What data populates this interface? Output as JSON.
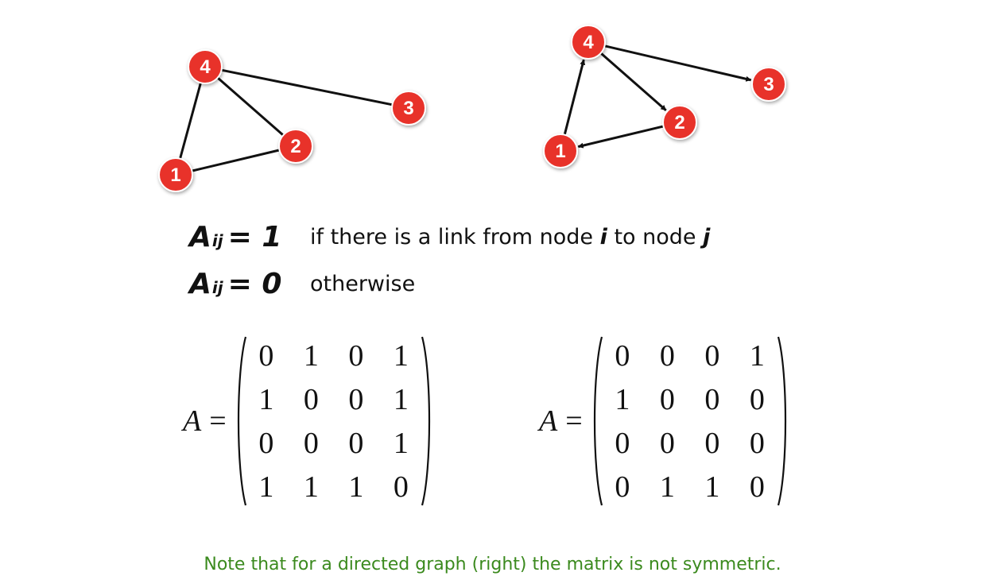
{
  "graphs": {
    "undirected": {
      "nodes": [
        {
          "id": "1",
          "label": "1"
        },
        {
          "id": "2",
          "label": "2"
        },
        {
          "id": "3",
          "label": "3"
        },
        {
          "id": "4",
          "label": "4"
        }
      ],
      "edges": [
        [
          "4",
          "1"
        ],
        [
          "4",
          "2"
        ],
        [
          "4",
          "3"
        ],
        [
          "1",
          "2"
        ]
      ]
    },
    "directed": {
      "nodes": [
        {
          "id": "1",
          "label": "1"
        },
        {
          "id": "2",
          "label": "2"
        },
        {
          "id": "3",
          "label": "3"
        },
        {
          "id": "4",
          "label": "4"
        }
      ],
      "edges": [
        [
          "1",
          "4"
        ],
        [
          "4",
          "2"
        ],
        [
          "4",
          "3"
        ],
        [
          "2",
          "1"
        ]
      ]
    }
  },
  "definition": {
    "symbol": "A",
    "subscript": "ij",
    "equals": "=",
    "row1": {
      "value": "1",
      "text_before_i": "if there is a link from node ",
      "i": "i",
      "text_before_j": " to node ",
      "j": "j"
    },
    "row2": {
      "value": "0",
      "text": "otherwise"
    }
  },
  "matrices": {
    "lhs_symbol": "A",
    "lhs_equals": "=",
    "left": [
      [
        "0",
        "1",
        "0",
        "1"
      ],
      [
        "1",
        "0",
        "0",
        "1"
      ],
      [
        "0",
        "0",
        "0",
        "1"
      ],
      [
        "1",
        "1",
        "1",
        "0"
      ]
    ],
    "right": [
      [
        "0",
        "0",
        "0",
        "1"
      ],
      [
        "1",
        "0",
        "0",
        "0"
      ],
      [
        "0",
        "0",
        "0",
        "0"
      ],
      [
        "0",
        "1",
        "1",
        "0"
      ]
    ]
  },
  "note": "Note that for a directed graph (right) the matrix is not symmetric.",
  "colors": {
    "node_fill": "#e8302b",
    "node_stroke": "#ffffff",
    "edge": "#111111",
    "note": "#3b8a1e"
  }
}
